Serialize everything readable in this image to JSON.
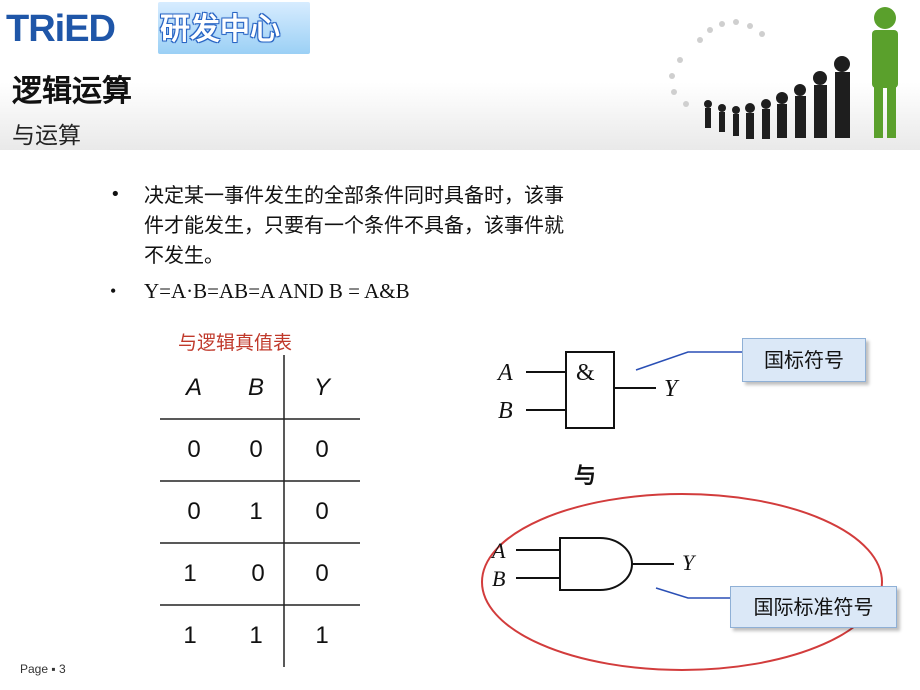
{
  "brand": {
    "logo": "TRiED",
    "logo_sub": "研发中心"
  },
  "title": "逻辑运算",
  "subtitle": "与运算",
  "bullets": [
    {
      "marker": "•",
      "text": "决定某一事件发生的全部条件同时具备时，该事件才能发生，只要有一个条件不具备，该事件就不发生。"
    },
    {
      "marker": "•",
      "text": "Y=A·B=AB=A  AND  B  = A&B"
    }
  ],
  "truth_table": {
    "caption": "与逻辑真值表",
    "headers": [
      "A",
      "B",
      "Y"
    ],
    "rows": [
      [
        "0",
        "0",
        "0"
      ],
      [
        "0",
        "1",
        "0"
      ],
      [
        "1",
        "0",
        "0"
      ],
      [
        "1",
        "1",
        "1"
      ]
    ]
  },
  "gates": {
    "iec": {
      "symbol": "&",
      "inputs": [
        "A",
        "B"
      ],
      "output": "Y",
      "callout": "国标符号"
    },
    "separator": "与",
    "ansi": {
      "inputs": [
        "A",
        "B"
      ],
      "output": "Y",
      "callout": "国际标准符号"
    }
  },
  "footer": "Page ▪ 3",
  "colors": {
    "brand_blue": "#1f56a8",
    "caption_red": "#c0392b",
    "ellipse_red": "#d23c3c",
    "callout_bg": "#dbe8f7",
    "figure_green": "#5aa02c"
  }
}
